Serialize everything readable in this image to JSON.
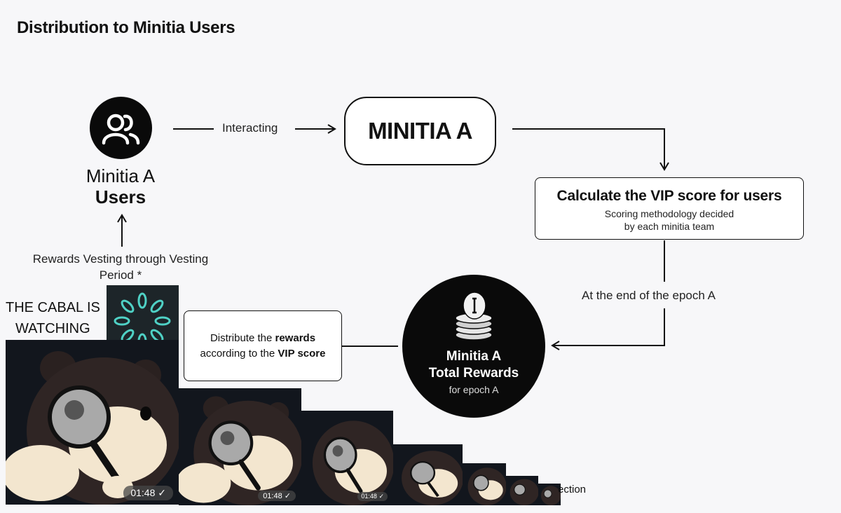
{
  "title": "Distribution to Minitia Users",
  "users": {
    "line1": "Minitia A",
    "line2": "Users",
    "icon": "users-icon"
  },
  "edges": {
    "interacting": "Interacting",
    "vesting": "Rewards Vesting through Vesting Period *",
    "epoch_end": "At the end of the epoch A"
  },
  "minitia_node": {
    "label": "MINITIA A"
  },
  "vip_box": {
    "heading": "Calculate the VIP score for users",
    "sub1": "Scoring methodology decided",
    "sub2": "by each minitia team"
  },
  "rewards_node": {
    "line1": "Minitia A",
    "line2": "Total Rewards",
    "line3": "for epoch A",
    "icon": "coin-stack-icon"
  },
  "distribute_box": {
    "prefix1": "Distribute the ",
    "bold1": "rewards",
    "prefix2": "according to the ",
    "bold2": "VIP score"
  },
  "overlay": {
    "caption_line1": "THE CABAL IS",
    "caption_line2": "WATCHING",
    "spinner_icon": "loading-spinner-icon",
    "timestamp": "01:48",
    "check": "✓",
    "partial_text": "ection"
  },
  "colors": {
    "accent": "#4fd1c5",
    "dark": "#0a0a0a",
    "bg": "#f7f7f9"
  }
}
